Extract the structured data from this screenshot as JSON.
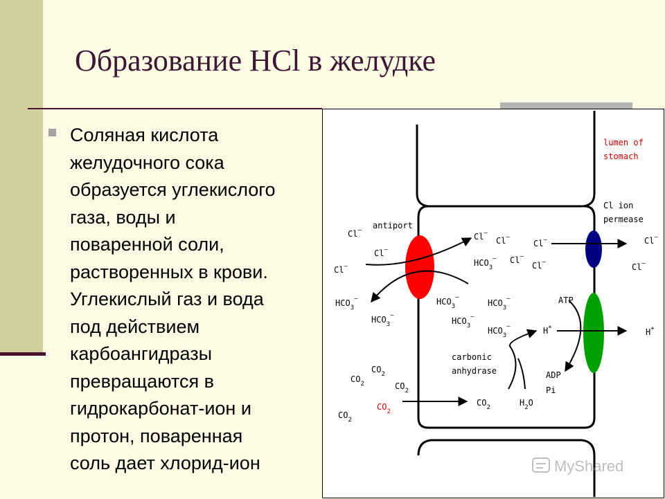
{
  "slide": {
    "title": "Образование HCl в желудке",
    "body_lines": [
      "Соляная кислота",
      "желудочного сока",
      "образуется углекислого",
      "газа, воды и",
      "поваренной соли,",
      "растворенных в крови.",
      "Углекислый газ и вода",
      "под действием",
      "карбоангидразы",
      "превращаются в",
      "гидрокарбонат-ион и",
      "протон, поваренная",
      "соль дает хлорид-ион"
    ]
  },
  "diagram": {
    "lumen_label_1": "lumen of",
    "lumen_label_2": "stomach",
    "antiport_label": "antiport",
    "permease_label_1": "Cl ion",
    "permease_label_2": "permease",
    "carbonic_label_1": "carbonic",
    "carbonic_label_2": "anhydrase",
    "atp_label": "ATP",
    "adp_label": "ADP",
    "pi_label": "Pi",
    "h_label": "H",
    "cl": "Cl",
    "co": "CO",
    "hco": "HCO",
    "sub2": "2",
    "sub3": "3",
    "h2o_h": "H",
    "h2o_o": "O",
    "minus": "–",
    "plus": "+",
    "colors": {
      "antiport": "#ff0000",
      "permease": "#000080",
      "pump": "#00a000",
      "lumen_text": "#cc0000",
      "blood_co2": "#e00000"
    }
  },
  "watermark": {
    "text": "MyShared"
  }
}
